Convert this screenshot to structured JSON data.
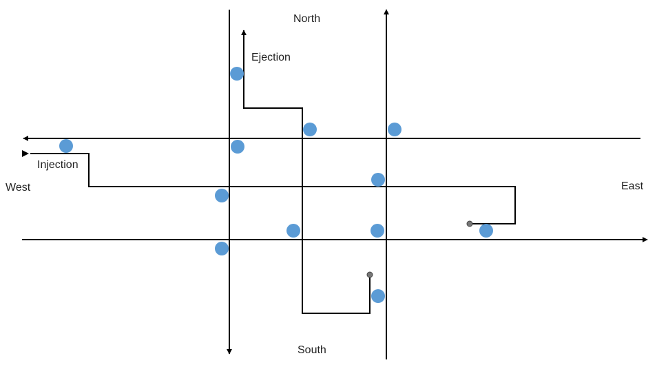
{
  "labels": {
    "north": "North",
    "south": "South",
    "west": "West",
    "east": "East",
    "ejection": "Ejection",
    "injection": "Injection"
  },
  "colors": {
    "line": "#000000",
    "node": "#5b9bd5",
    "endpoint": "#777777"
  }
}
